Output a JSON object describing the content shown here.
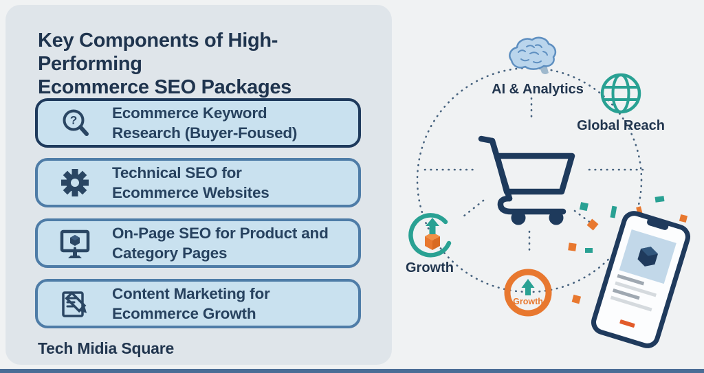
{
  "panel": {
    "title_line1": "Key Components of High-Performing",
    "title_line2": "Ecommerce SEO Packages",
    "items": [
      {
        "icon": "search-question-icon",
        "line1": "Ecommerce Keyword",
        "line2": "Research (Buyer-Foused)"
      },
      {
        "icon": "gear-icon",
        "line1": "Technical SEO for",
        "line2": "Ecommerce Websites"
      },
      {
        "icon": "monitor-cube-icon",
        "line1": "On-Page SEO for Product and",
        "line2": "Category Pages"
      },
      {
        "icon": "note-pencil-icon",
        "line1": "Content Marketing for",
        "line2": "Ecommerce Growth"
      }
    ],
    "brand": "Tech Midia Square"
  },
  "diagram": {
    "center_icon": "shopping-cart-icon",
    "labels": {
      "ai": "AI & Analytics",
      "global": "Global Reach",
      "growth_left": "Growth",
      "growth_center": "Growth"
    },
    "nodes": [
      {
        "icon": "brain-icon",
        "label": "AI & Analytics"
      },
      {
        "icon": "globe-icon",
        "label": "Global Reach"
      },
      {
        "icon": "growth-cycle-icon",
        "label": "Growth"
      },
      {
        "icon": "growth-ring-icon",
        "label": "Growth"
      },
      {
        "icon": "smartphone-icon",
        "label": ""
      }
    ]
  },
  "colors": {
    "navy": "#1e3a5c",
    "title_text": "#1f344e",
    "panel_bg": "#dfe5ea",
    "page_bg": "#f0f2f3",
    "box_fill": "#c9e1ef",
    "box_border_steel": "#4e7ca7",
    "teal": "#29a193",
    "orange": "#e8782f",
    "brain_fill": "#bad5ec",
    "brain_stroke": "#5e8fc0",
    "dotted_line": "#46627e",
    "bottom_bar": "#4a6d96"
  }
}
